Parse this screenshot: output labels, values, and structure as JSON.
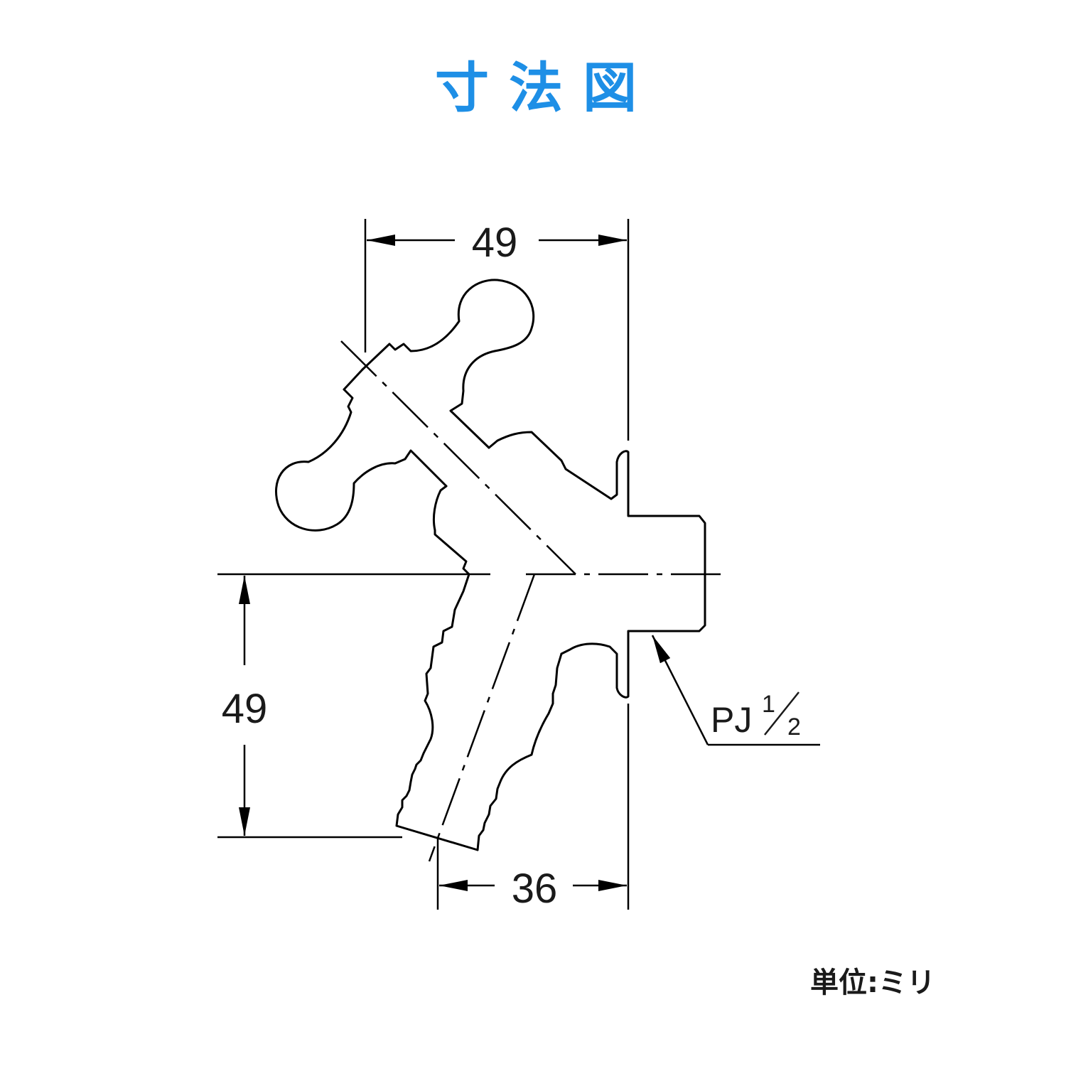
{
  "title": "寸法図",
  "colors": {
    "title": "#1e8fe6",
    "line": "#000000",
    "text": "#1a1a1a"
  },
  "dimensions": {
    "handle_width": "49",
    "spout_height": "49",
    "spout_offset": "36"
  },
  "thread_spec": {
    "main": "PJ",
    "numerator": "1",
    "denominator": "2"
  },
  "unit_label": "単位:ミリ"
}
